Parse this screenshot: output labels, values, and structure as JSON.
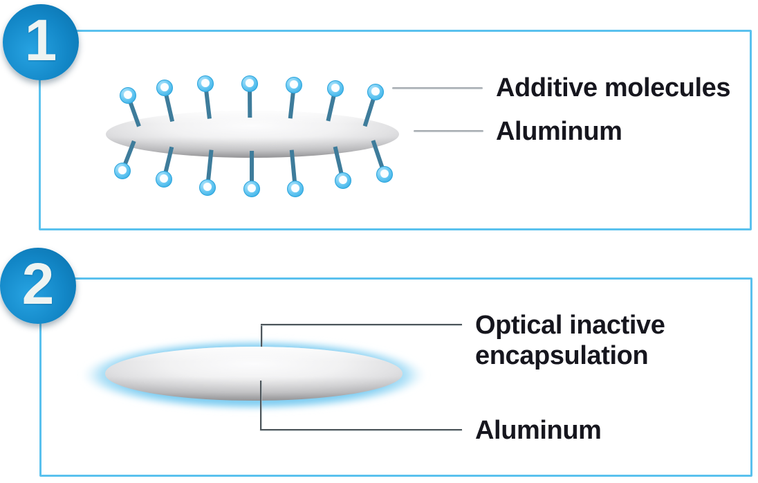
{
  "panels": [
    {
      "number": "1",
      "labels": [
        {
          "text": "Additive molecules"
        },
        {
          "text": "Aluminum"
        }
      ]
    },
    {
      "number": "2",
      "labels": [
        {
          "text": "Optical inactive encapsulation"
        },
        {
          "text": "Aluminum"
        }
      ]
    }
  ],
  "figure": {
    "additive_molecules": {
      "top_count": 7,
      "bottom_count": 7
    }
  },
  "colors": {
    "panel_border": "#5ac1ee",
    "badge_blue_light": "#27a3e2",
    "badge_blue_dark": "#0a6fa9",
    "molecule_head_blue": "#5ec6f2",
    "molecule_stem_steel": "#3e7c9b",
    "encapsulation_glow": "#7fcdf2",
    "aluminum_silver": "#d8d8da",
    "label_text": "#16161e",
    "leader_gray_1": "#9aa1a6",
    "leader_gray_2": "#4d555a"
  }
}
